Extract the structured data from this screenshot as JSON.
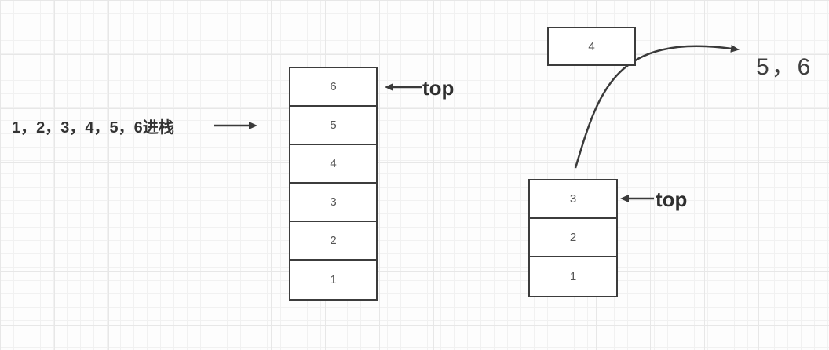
{
  "diagram": {
    "push_label": "1，2，3，4，5，6进栈",
    "top_label": "top",
    "popped_item": "4",
    "pop_result_label": "5，6",
    "left_stack": {
      "items": [
        "6",
        "5",
        "4",
        "3",
        "2",
        "1"
      ]
    },
    "right_stack": {
      "items": [
        "3",
        "2",
        "1"
      ]
    }
  },
  "colors": {
    "stroke": "#3a3a3a",
    "box_border": "#3c3c3c",
    "cell_text": "#555555",
    "label_text": "#333333",
    "grid_line_minor": "#f1f1f1",
    "grid_line_major": "#e7e7e7",
    "background": "#fdfdfd"
  }
}
